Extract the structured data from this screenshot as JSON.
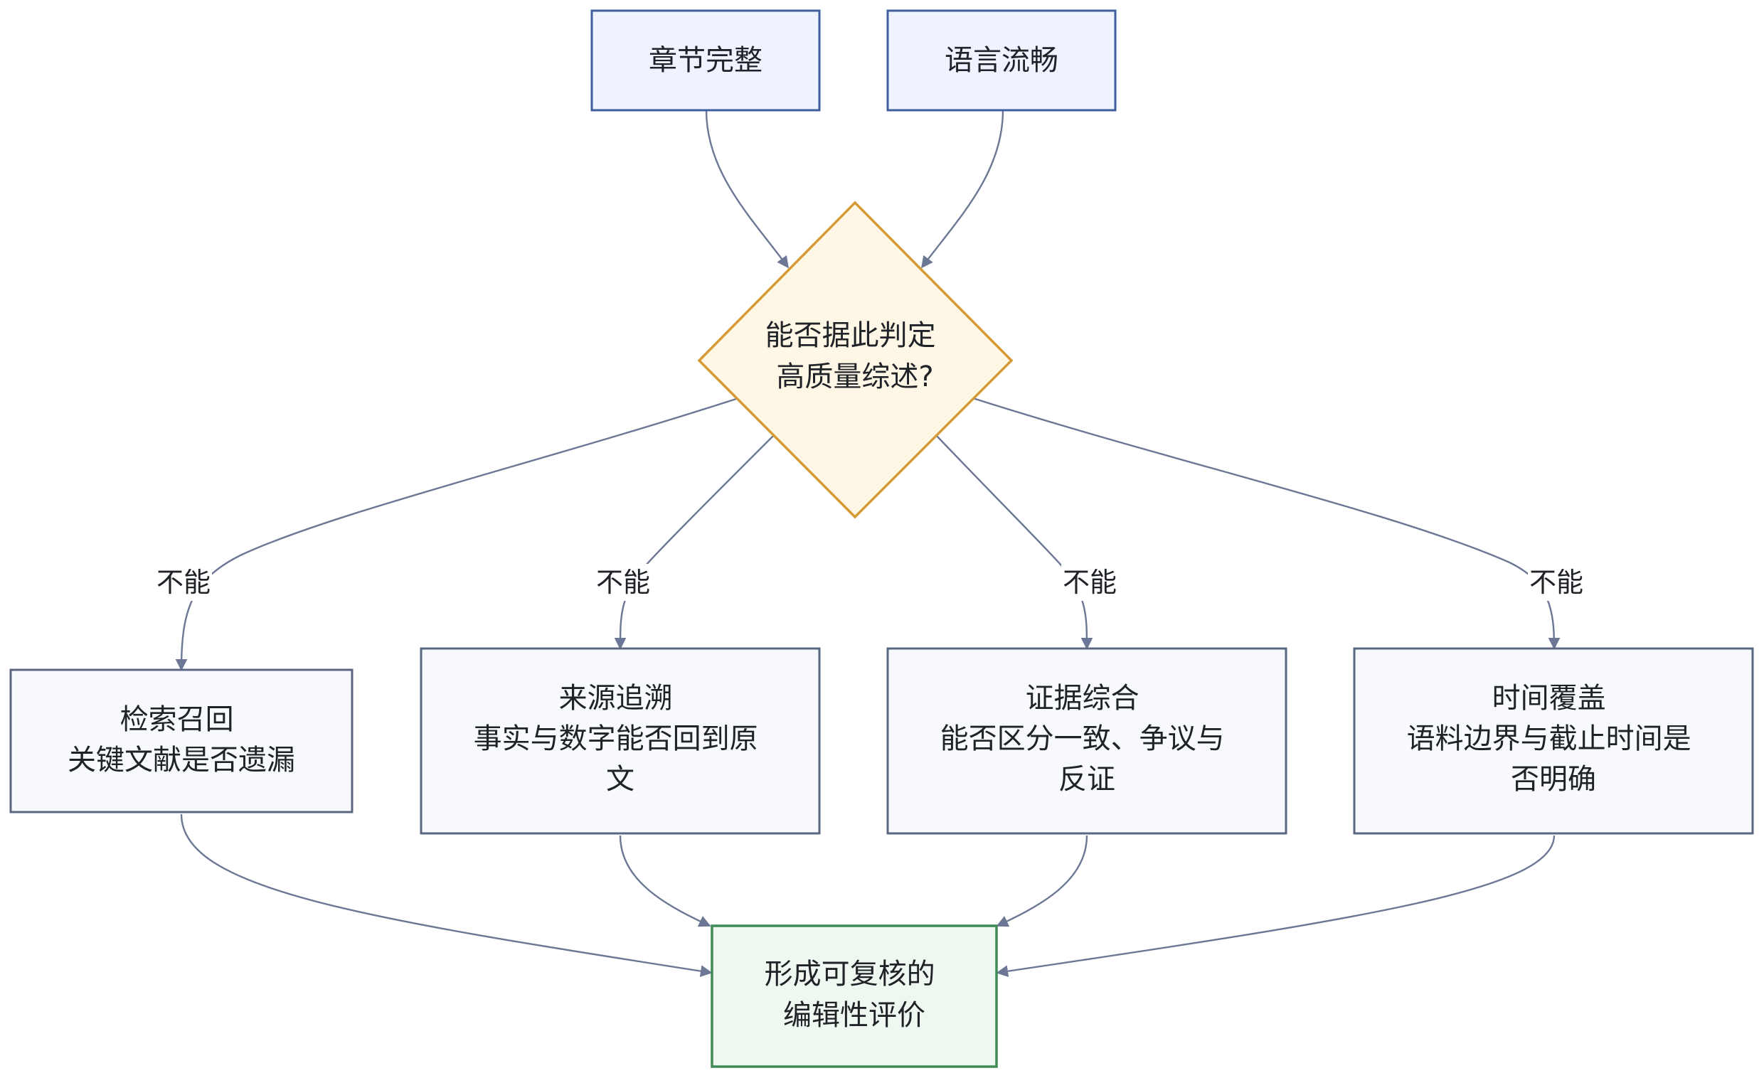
{
  "nodes": {
    "chapters_complete": {
      "lines": [
        "章节完整"
      ]
    },
    "language_fluent": {
      "lines": [
        "语言流畅"
      ]
    },
    "decision": {
      "lines": [
        "能否据此判定",
        "高质量综述?"
      ]
    },
    "retrieval_recall": {
      "lines": [
        "检索召回",
        "关键文献是否遗漏"
      ]
    },
    "source_tracing": {
      "lines": [
        "来源追溯",
        "事实与数字能否回到原",
        "文"
      ]
    },
    "evidence_synthesis": {
      "lines": [
        "证据综合",
        "能否区分一致、争议与",
        "反证"
      ]
    },
    "time_coverage": {
      "lines": [
        "时间覆盖",
        "语料边界与截止时间是",
        "否明确"
      ]
    },
    "result": {
      "lines": [
        "形成可复核的",
        "编辑性评价"
      ]
    }
  },
  "edge_labels": [
    "不能",
    "不能",
    "不能",
    "不能"
  ],
  "colors": {
    "top_fill": "#eef3ff",
    "top_stroke": "#3e5e9e",
    "decision_fill": "#fff7e6",
    "decision_stroke": "#d69a35",
    "check_fill": "#f7f9fc",
    "check_stroke": "#5b6782",
    "result_fill": "#eff7f1",
    "result_stroke": "#3f8a55",
    "edge": "#6b7794"
  }
}
